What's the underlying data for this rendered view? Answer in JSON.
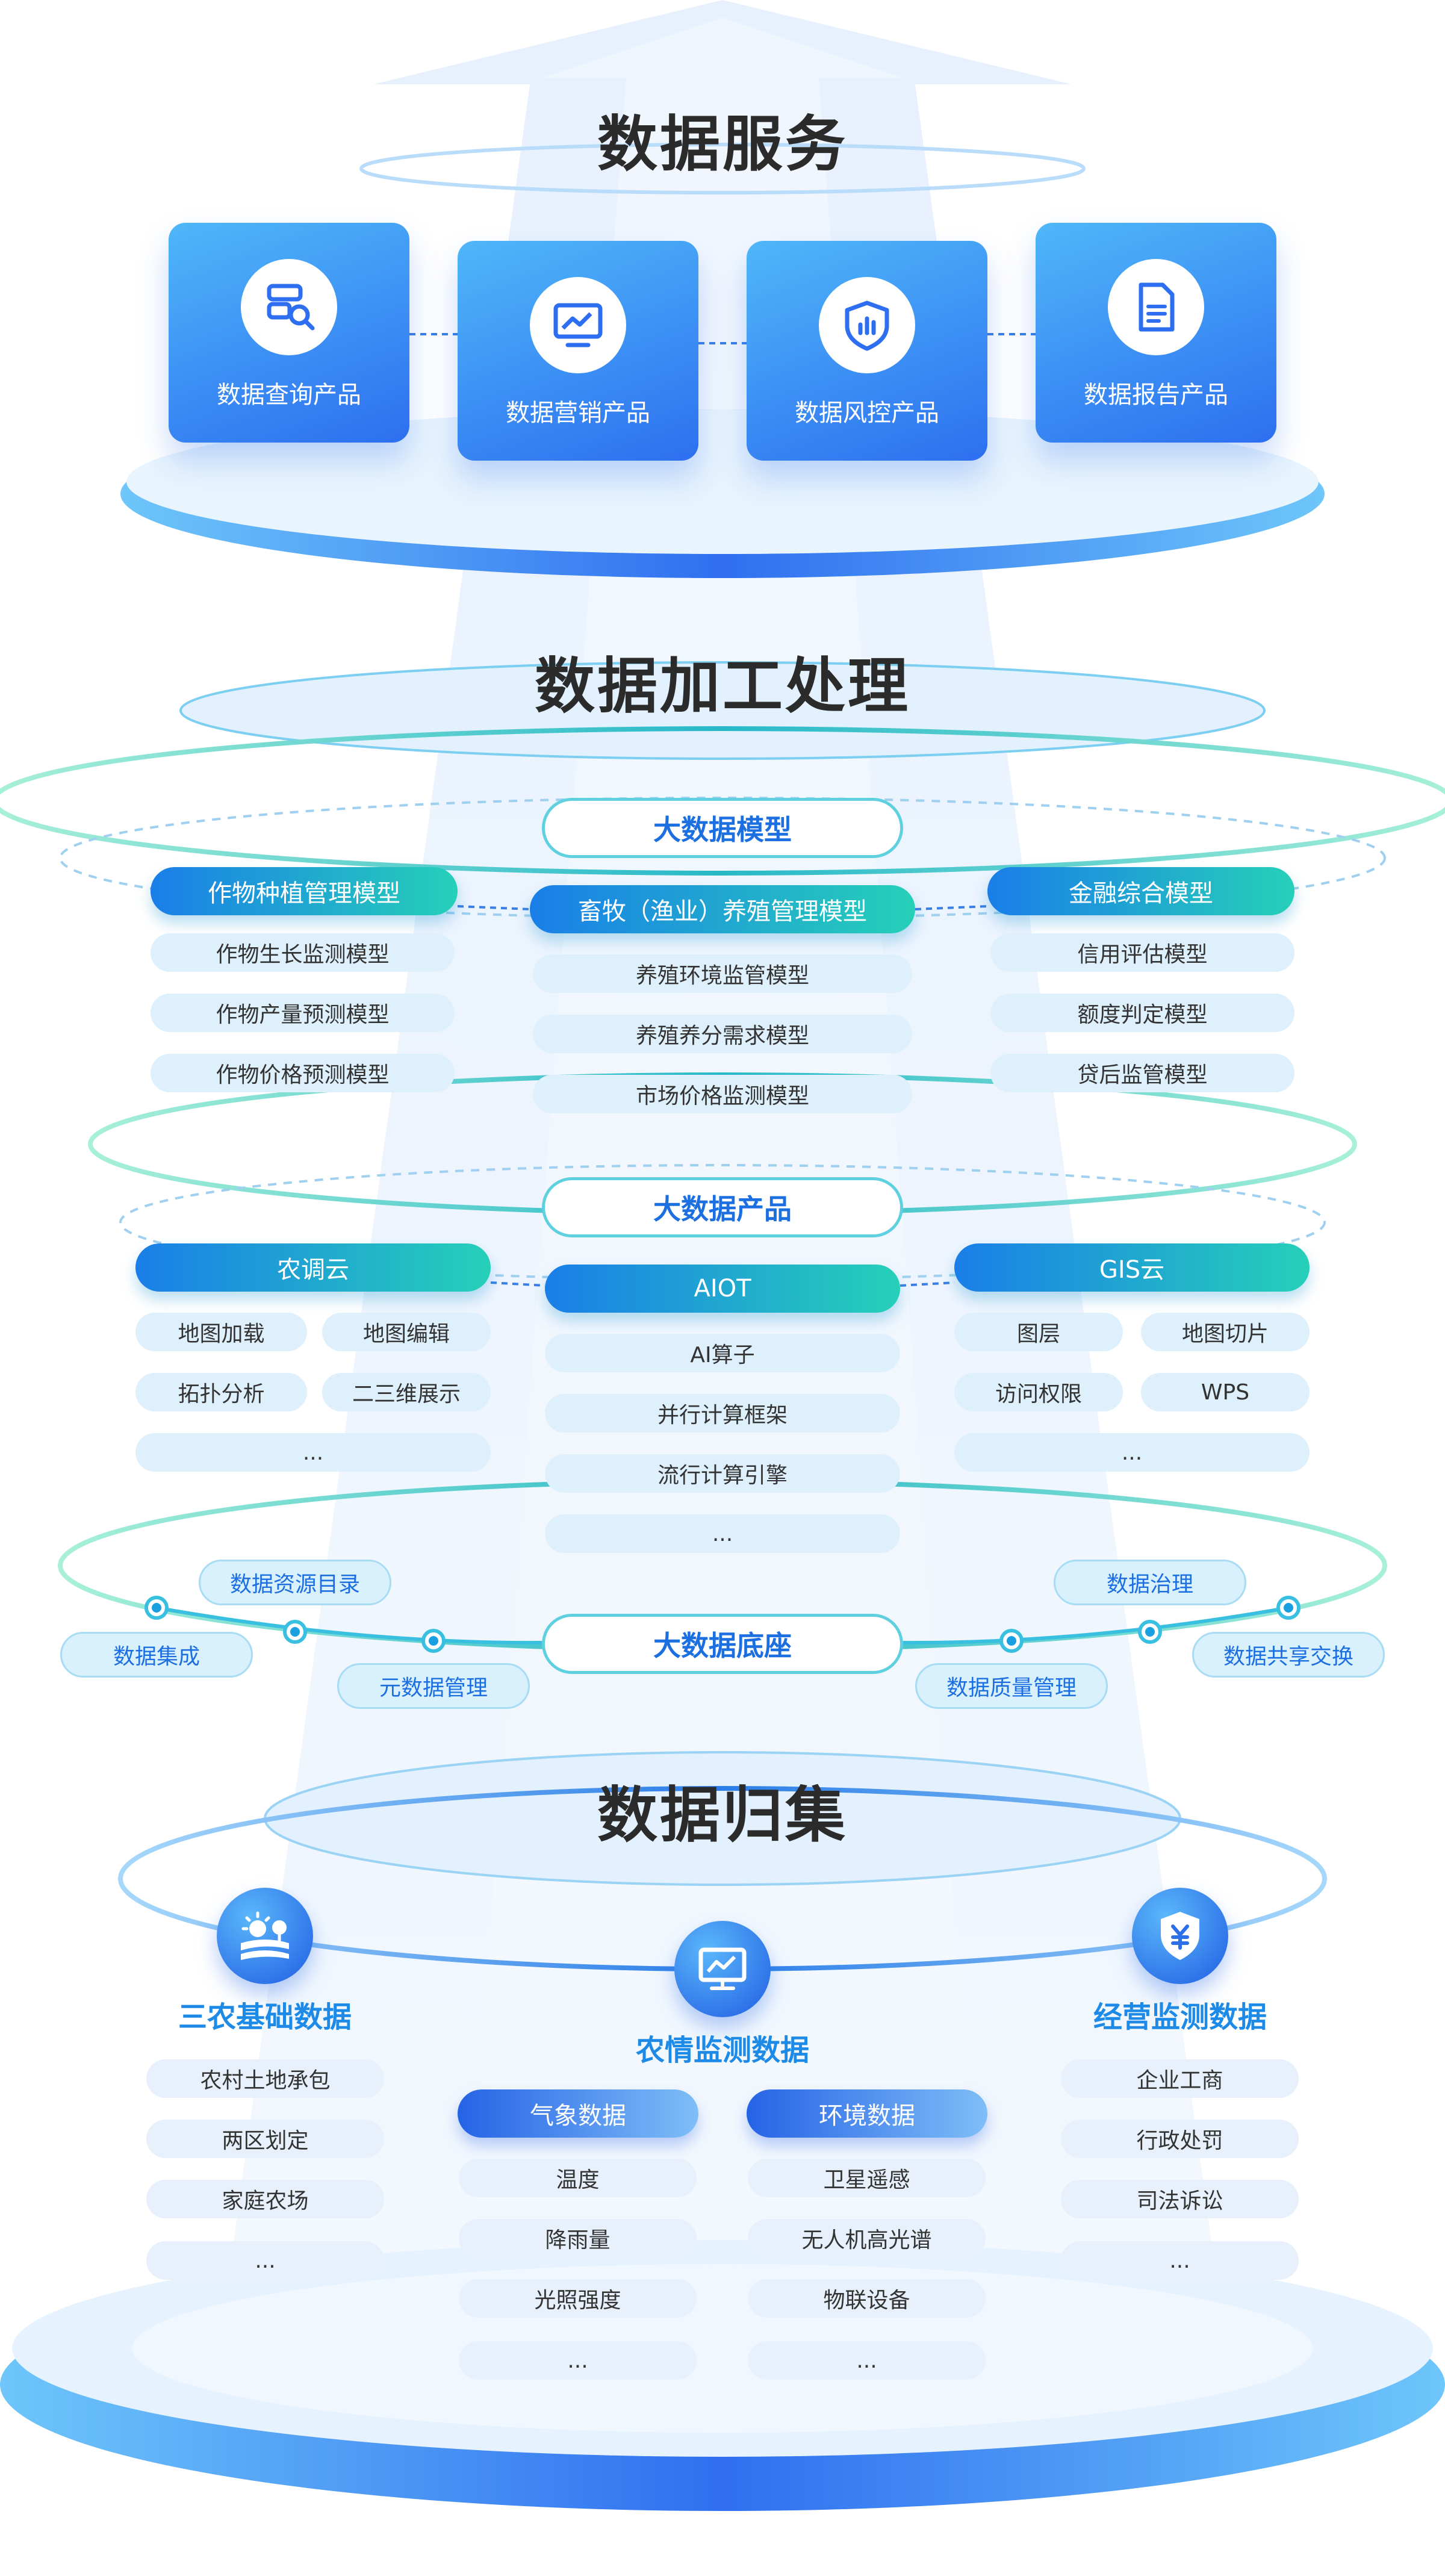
{
  "colors": {
    "primary_blue": "#2d6ff0",
    "light_blue": "#4fb7f9",
    "teal": "#26d0b8",
    "pill_bg": "#dff0fd",
    "title_text": "#2b2b2b"
  },
  "sections": {
    "services": "数据服务",
    "processing": "数据加工处理",
    "collection": "数据归集"
  },
  "service_cards": [
    {
      "label": "数据查询产品",
      "icon": "search-database-icon"
    },
    {
      "label": "数据营销产品",
      "icon": "chart-monitor-icon"
    },
    {
      "label": "数据风控产品",
      "icon": "shield-chart-icon"
    },
    {
      "label": "数据报告产品",
      "icon": "document-icon"
    }
  ],
  "models": {
    "title": "大数据模型",
    "groups": [
      {
        "header": "作物种植管理模型",
        "items": [
          "作物生长监测模型",
          "作物产量预测模型",
          "作物价格预测模型"
        ]
      },
      {
        "header": "畜牧（渔业）养殖管理模型",
        "items": [
          "养殖环境监管模型",
          "养殖养分需求模型",
          "市场价格监测模型"
        ]
      },
      {
        "header": "金融综合模型",
        "items": [
          "信用评估模型",
          "额度判定模型",
          "贷后监管模型"
        ]
      }
    ]
  },
  "products": {
    "title": "大数据产品",
    "left": {
      "header": "农调云",
      "items": [
        "地图加载",
        "地图编辑",
        "拓扑分析",
        "二三维展示",
        "..."
      ]
    },
    "center": {
      "header": "AIOT",
      "items": [
        "AI算子",
        "并行计算框架",
        "流行计算引擎",
        "..."
      ]
    },
    "right": {
      "header": "GIS云",
      "items": [
        "图层",
        "地图切片",
        "访问权限",
        "WPS",
        "..."
      ]
    }
  },
  "base": {
    "title": "大数据底座",
    "left_tags": [
      "数据资源目录",
      "数据集成",
      "元数据管理"
    ],
    "right_tags": [
      "数据治理",
      "数据共享交换",
      "数据质量管理"
    ]
  },
  "collection": {
    "left": {
      "title": "三农基础数据",
      "icon": "farmland-sun-icon",
      "items": [
        "农村土地承包",
        "两区划定",
        "家庭农场",
        "..."
      ]
    },
    "center": {
      "title": "农情监测数据",
      "icon": "monitor-chart-icon",
      "weather": {
        "header": "气象数据",
        "items": [
          "温度",
          "降雨量",
          "光照强度",
          "..."
        ]
      },
      "environment": {
        "header": "环境数据",
        "items": [
          "卫星遥感",
          "无人机高光谱",
          "物联设备",
          "..."
        ]
      }
    },
    "right": {
      "title": "经营监测数据",
      "icon": "yuan-shield-icon",
      "items": [
        "企业工商",
        "行政处罚",
        "司法诉讼",
        "..."
      ]
    }
  }
}
